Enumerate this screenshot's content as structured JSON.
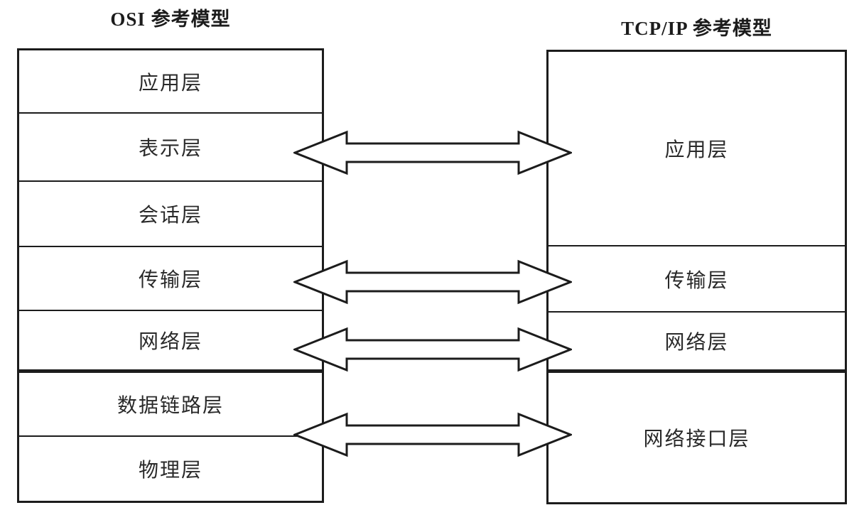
{
  "diagram": {
    "left_model": {
      "title": "OSI 参考模型",
      "layers": [
        "应用层",
        "表示层",
        "会话层",
        "传输层",
        "网络层",
        "数据链路层",
        "物理层"
      ]
    },
    "right_model": {
      "title": "TCP/IP 参考模型",
      "layers": [
        "应用层",
        "传输层",
        "网络层",
        "网络接口层"
      ]
    },
    "arrows": [
      {
        "name": "application-mapping-arrow",
        "connects": "OSI 表示层 ↔ TCP/IP 应用层"
      },
      {
        "name": "transport-mapping-arrow",
        "connects": "OSI 传输层 ↔ TCP/IP 传输层"
      },
      {
        "name": "network-mapping-arrow",
        "connects": "OSI 网络层 ↔ TCP/IP 网络层"
      },
      {
        "name": "network-interface-mapping-arrow",
        "connects": "OSI 数据链路层/物理层 ↔ TCP/IP 网络接口层"
      }
    ],
    "colors": {
      "line": "#1c1c1c",
      "background": "#ffffff",
      "arrow_fill": "#ffffff"
    }
  }
}
